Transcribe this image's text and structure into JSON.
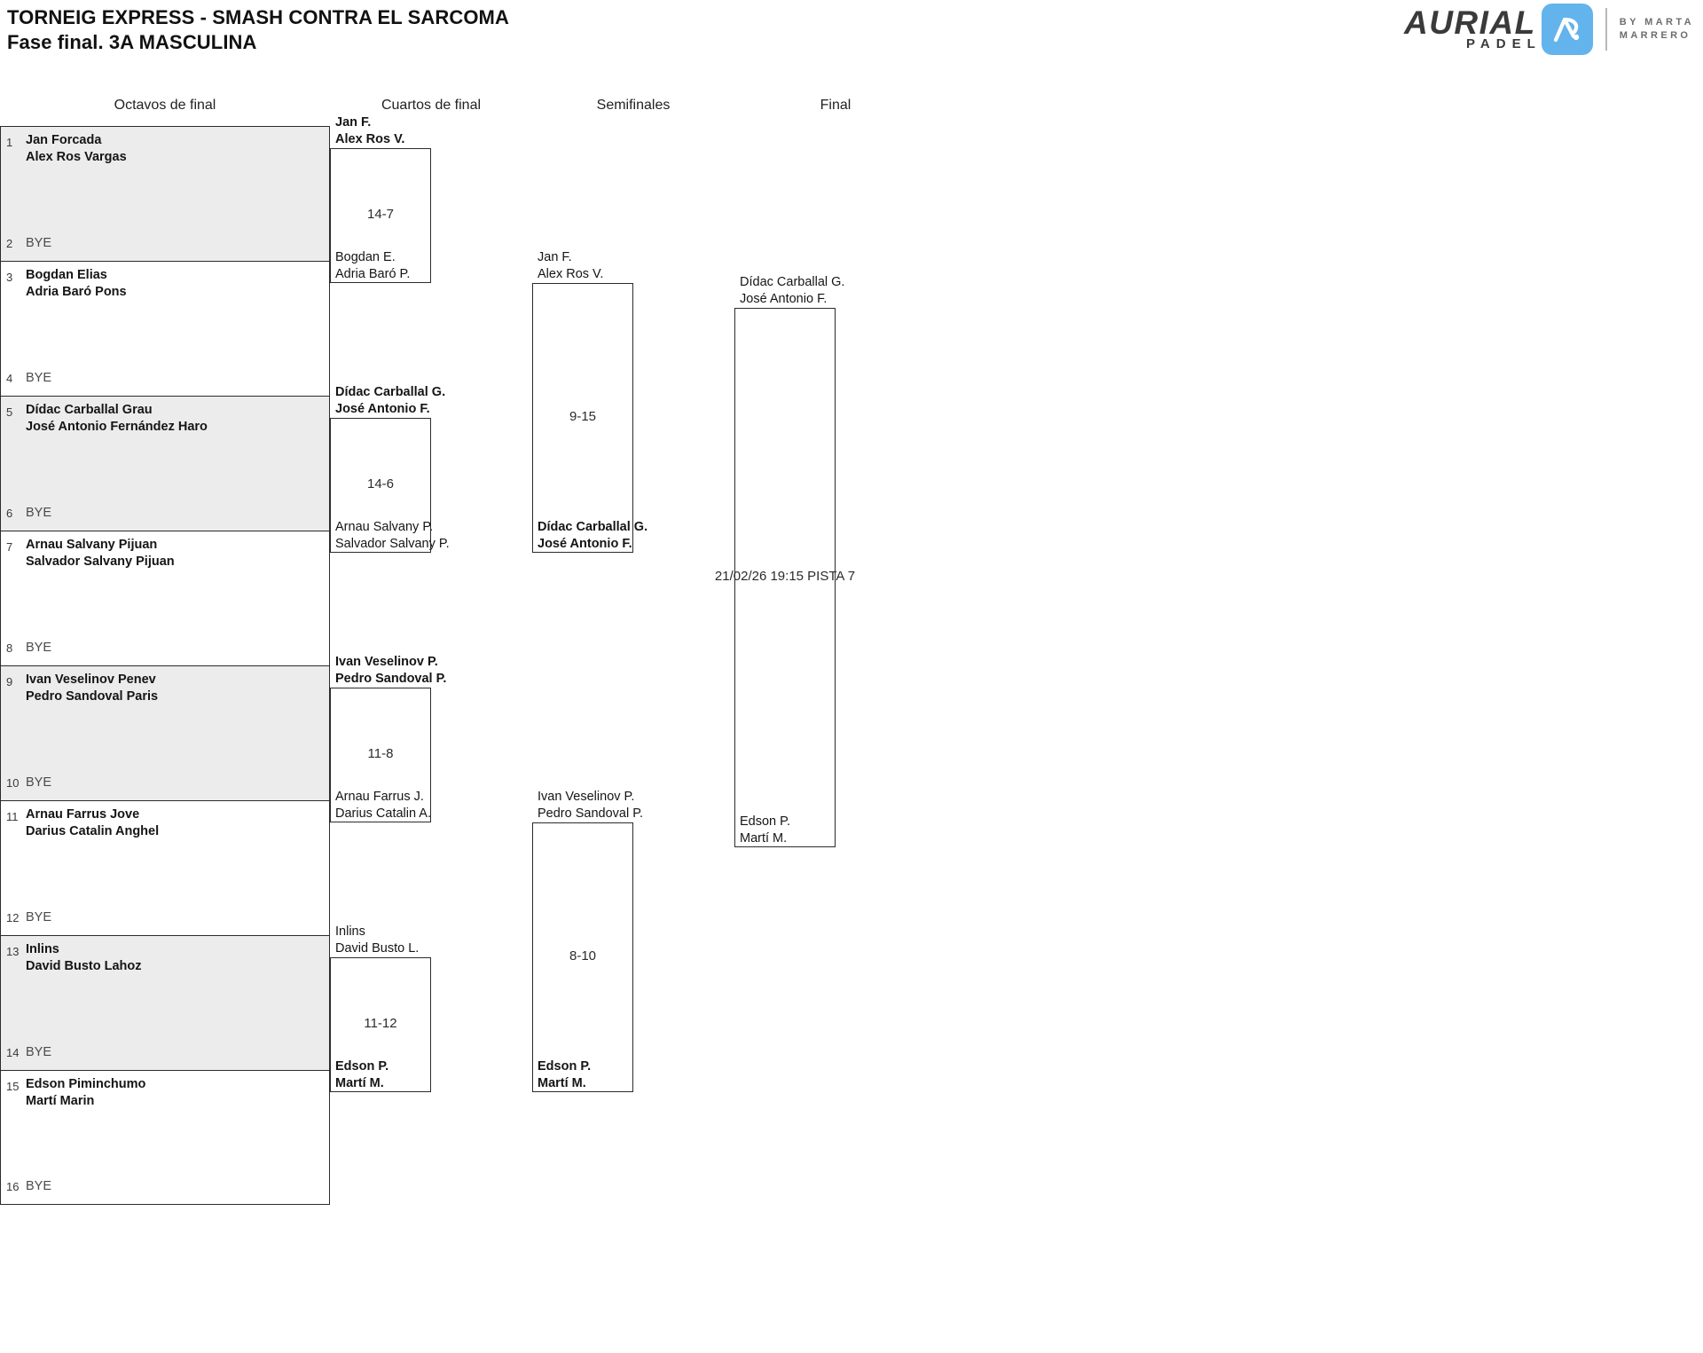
{
  "header": {
    "title_line1": "TORNEIG EXPRESS - SMASH CONTRA EL SARCOMA",
    "title_line2": "Fase final. 3A MASCULINA"
  },
  "logo": {
    "brand": "AURIAL",
    "sub": "PADEL",
    "mark": "ap-monogram-icon",
    "by_line1": "BY MARTA",
    "by_line2": "MARRERO",
    "mark_color": "#63b3ed",
    "text_color": "#3a3a3a"
  },
  "rounds": [
    {
      "label": "Octavos de final"
    },
    {
      "label": "Cuartos de final"
    },
    {
      "label": "Semifinales"
    },
    {
      "label": "Final"
    }
  ],
  "round1": [
    {
      "seed_top": "1",
      "top": [
        "Jan Forcada",
        "Alex Ros Vargas"
      ],
      "top_winner": true,
      "seed_bot": "2",
      "bottom_bye": "BYE",
      "shaded": true
    },
    {
      "seed_top": "3",
      "top": [
        "Bogdan Elias",
        "Adria Baró Pons"
      ],
      "top_winner": true,
      "seed_bot": "4",
      "bottom_bye": "BYE",
      "shaded": false
    },
    {
      "seed_top": "5",
      "top": [
        "Dídac Carballal Grau",
        "José Antonio Fernández Haro"
      ],
      "top_winner": true,
      "seed_bot": "6",
      "bottom_bye": "BYE",
      "shaded": true
    },
    {
      "seed_top": "7",
      "top": [
        "Arnau Salvany Pijuan",
        "Salvador Salvany Pijuan"
      ],
      "top_winner": true,
      "seed_bot": "8",
      "bottom_bye": "BYE",
      "shaded": false
    },
    {
      "seed_top": "9",
      "top": [
        "Ivan Veselinov Penev",
        "Pedro Sandoval Paris"
      ],
      "top_winner": true,
      "seed_bot": "10",
      "bottom_bye": "BYE",
      "shaded": true
    },
    {
      "seed_top": "11",
      "top": [
        "Arnau Farrus Jove",
        "Darius Catalin Anghel"
      ],
      "top_winner": true,
      "seed_bot": "12",
      "bottom_bye": "BYE",
      "shaded": false
    },
    {
      "seed_top": "13",
      "top": [
        "Inlins",
        "David Busto Lahoz"
      ],
      "top_winner": true,
      "seed_bot": "14",
      "bottom_bye": "BYE",
      "shaded": true
    },
    {
      "seed_top": "15",
      "top": [
        "Edson Piminchumo",
        "Martí Marin"
      ],
      "top_winner": true,
      "seed_bot": "16",
      "bottom_bye": "BYE",
      "shaded": false
    }
  ],
  "quarterfinals": [
    {
      "top": [
        "Jan F.",
        "Alex Ros V."
      ],
      "top_winner": true,
      "bottom": [
        "Bogdan E.",
        "Adria Baró P."
      ],
      "bottom_winner": false,
      "score": "14-7"
    },
    {
      "top": [
        "Dídac Carballal G.",
        "José Antonio F."
      ],
      "top_winner": true,
      "bottom": [
        "Arnau Salvany P.",
        "Salvador Salvany P."
      ],
      "bottom_winner": false,
      "score": "14-6"
    },
    {
      "top": [
        "Ivan Veselinov P.",
        "Pedro Sandoval P."
      ],
      "top_winner": true,
      "bottom": [
        "Arnau Farrus J.",
        "Darius Catalin A."
      ],
      "bottom_winner": false,
      "score": "11-8"
    },
    {
      "top": [
        "Inlins",
        "David Busto L."
      ],
      "top_winner": false,
      "bottom": [
        "Edson P.",
        "Martí M."
      ],
      "bottom_winner": true,
      "score": "11-12"
    }
  ],
  "semifinals": [
    {
      "top": [
        "Jan F.",
        "Alex Ros V."
      ],
      "top_winner": false,
      "bottom": [
        "Dídac Carballal G.",
        "José Antonio F."
      ],
      "bottom_winner": true,
      "score": "9-15"
    },
    {
      "top": [
        "Ivan Veselinov P.",
        "Pedro Sandoval P."
      ],
      "top_winner": false,
      "bottom": [
        "Edson P.",
        "Martí M."
      ],
      "bottom_winner": true,
      "score": "8-10"
    }
  ],
  "final": {
    "top": [
      "Dídac Carballal G.",
      "José Antonio F."
    ],
    "top_winner": false,
    "bottom": [
      "Edson P.",
      "Martí M."
    ],
    "bottom_winner": false,
    "schedule": "21/02/26 19:15 PISTA 7"
  }
}
